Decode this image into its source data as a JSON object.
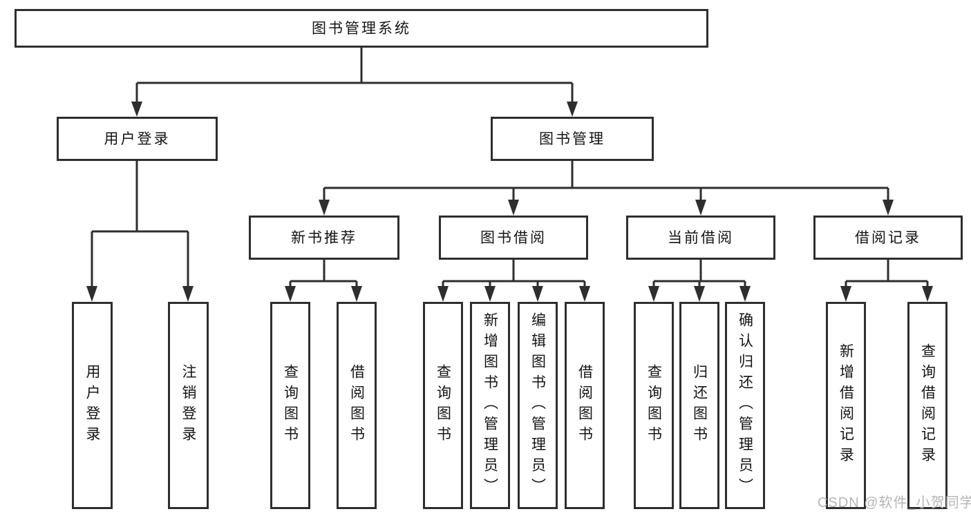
{
  "diagram": {
    "tree": {
      "label": "图书管理系统",
      "children": [
        {
          "label": "用户登录",
          "children": [
            {
              "label": "用户登录"
            },
            {
              "label": "注销登录"
            }
          ]
        },
        {
          "label": "图书管理",
          "children": [
            {
              "label": "新书推荐",
              "children": [
                {
                  "label": "查询图书"
                },
                {
                  "label": "借阅图书"
                }
              ]
            },
            {
              "label": "图书借阅",
              "children": [
                {
                  "label": "查询图书"
                },
                {
                  "label": "新增图书（管理员）"
                },
                {
                  "label": "编辑图书（管理员）"
                },
                {
                  "label": "借阅图书"
                }
              ]
            },
            {
              "label": "当前借阅",
              "children": [
                {
                  "label": "查询图书"
                },
                {
                  "label": "归还图书"
                },
                {
                  "label": "确认归还（管理员）"
                }
              ]
            },
            {
              "label": "借阅记录",
              "children": [
                {
                  "label": "新增借阅记录"
                },
                {
                  "label": "查询借阅记录"
                }
              ]
            }
          ]
        }
      ]
    },
    "watermark": "CSDN @软件_小贺同学",
    "colors": {
      "line": "#2e2e2e",
      "text": "#141414",
      "watermark": "#b5b5b5",
      "background": "#ffffff"
    }
  }
}
